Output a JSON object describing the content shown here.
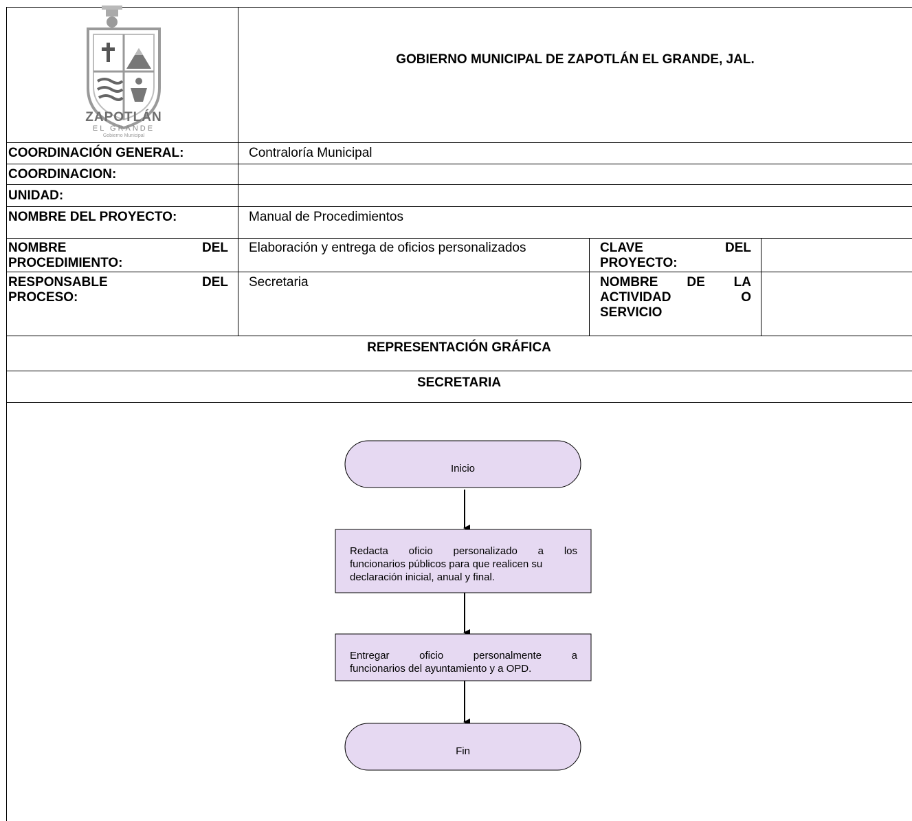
{
  "header": {
    "logo_text": "ZAPOTLÁN",
    "logo_subtitle": "EL GRANDE",
    "logo_caption": "Gobierno Municipal",
    "title": "GOBIERNO MUNICIPAL DE ZAPOTLÁN EL GRANDE, JAL."
  },
  "fields": {
    "coordinacion_general_label": "COORDINACIÓN GENERAL:",
    "coordinacion_general_value": "Contraloría Municipal",
    "coordinacion_label": "COORDINACION:",
    "coordinacion_value": "",
    "unidad_label": "UNIDAD:",
    "unidad_value": "",
    "proyecto_label": "NOMBRE DEL PROYECTO:",
    "proyecto_value": "Manual de Procedimientos",
    "procedimiento_label_1": "NOMBRE DEL",
    "procedimiento_label_2": "PROCEDIMIENTO:",
    "procedimiento_value": "Elaboración y entrega de oficios personalizados",
    "clave_label_1": "CLAVE DEL",
    "clave_label_2": "PROYECTO:",
    "clave_value": "",
    "responsable_label_1": "RESPONSABLE DEL",
    "responsable_label_2": "PROCESO:",
    "responsable_value": "Secretaria",
    "actividad_label_1": "NOMBRE DE LA",
    "actividad_label_2": "ACTIVIDAD O",
    "actividad_label_3": "SERVICIO",
    "actividad_value": ""
  },
  "section": {
    "representacion": "REPRESENTACIÓN GRÁFICA",
    "lane": "SECRETARIA"
  },
  "flowchart": {
    "start": "Inicio",
    "step1_line1": "Redacta oficio personalizado a los",
    "step1_line2": "funcionarios públicos para que realicen su",
    "step1_line3": "declaración inicial, anual y final.",
    "step2_line1": "Entregar oficio personalmente a",
    "step2_line2": "funcionarios del ayuntamiento y a OPD.",
    "end": "Fin",
    "fill_color": "#e6d9f2"
  }
}
